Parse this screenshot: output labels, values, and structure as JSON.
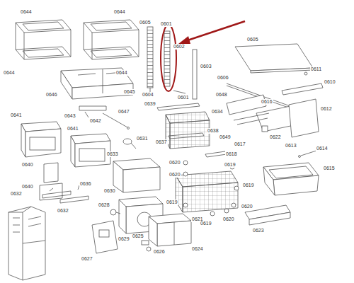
{
  "diagram": {
    "labels": [
      "0644",
      "0644",
      "0605",
      "0601",
      "0602",
      "0605",
      "0644",
      "0644",
      "0603",
      "0606",
      "0610",
      "0611",
      "0646",
      "0645",
      "0604",
      "0601",
      "0648",
      "0616",
      "0612",
      "0639",
      "0634",
      "0641",
      "0643",
      "0642",
      "0647",
      "0641",
      "0637",
      "0638",
      "0649",
      "0617",
      "0622",
      "0613",
      "0614",
      "0631",
      "0633",
      "0618",
      "0620",
      "0640",
      "0619",
      "0615",
      "0620",
      "0640",
      "0636",
      "0619",
      "0632",
      "0630",
      "0619",
      "0621",
      "0620",
      "0628",
      "0632",
      "0619",
      "0620",
      "0623",
      "0629",
      "0625",
      "0624",
      "0627",
      "0626"
    ]
  }
}
